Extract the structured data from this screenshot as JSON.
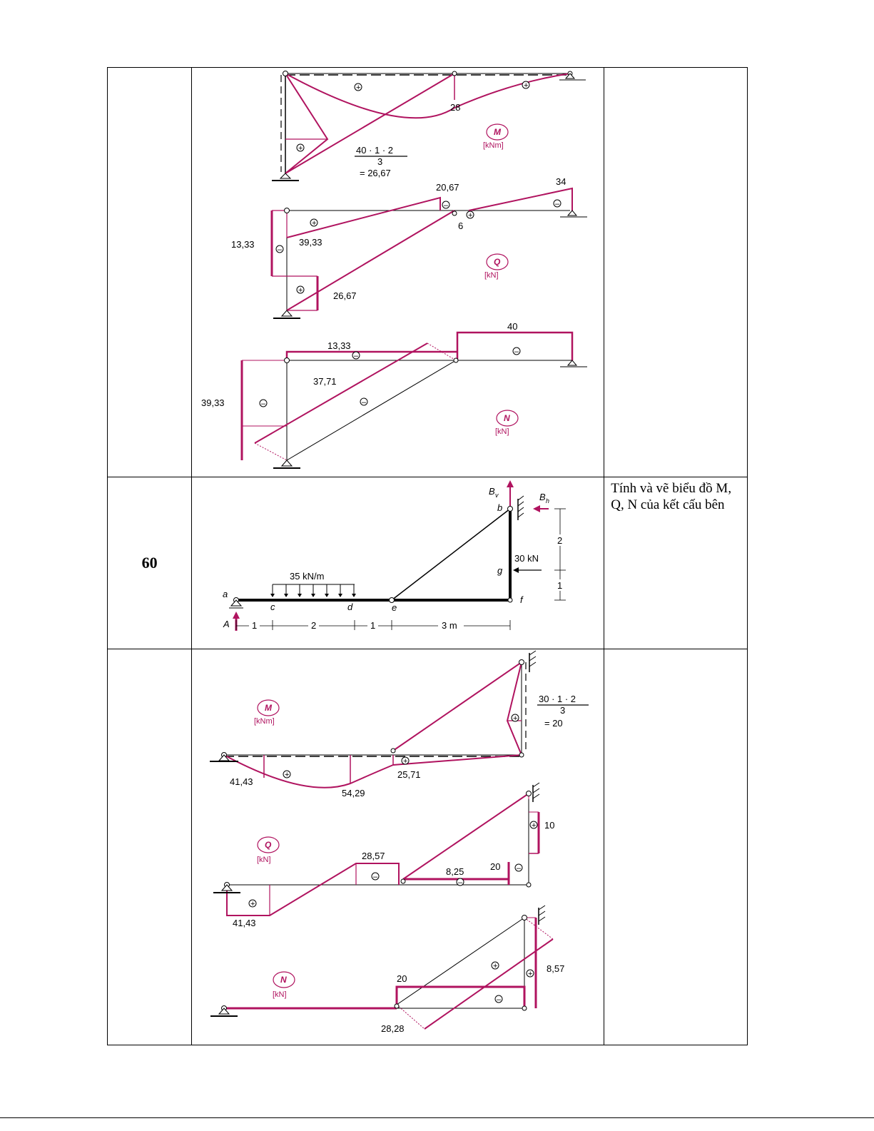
{
  "rows": [
    {
      "number": "",
      "task": "",
      "diagrams": {
        "moment": {
          "tag": "M",
          "unit": "[kNm]",
          "max_value": "28",
          "formula_num": "40 · 1 · 2",
          "formula_den": "3",
          "formula_result": "= 26,67"
        },
        "shear": {
          "tag": "Q",
          "unit": "[kN]",
          "values": [
            "20,67",
            "34",
            "6",
            "13,33",
            "39,33",
            "26,67"
          ]
        },
        "normal": {
          "tag": "N",
          "unit": "[kN]",
          "values": [
            "40",
            "13,33",
            "37,71",
            "39,33"
          ]
        }
      }
    },
    {
      "number": "60",
      "task": "Tính và vẽ biểu đồ M, Q, N  của kết cấu bên",
      "scheme": {
        "load": "35 kN/m",
        "force": "30 kN",
        "reactions": {
          "A": "A",
          "Bv": "B",
          "Bv_sub": "v",
          "Bh": "B",
          "Bh_sub": "h"
        },
        "points": [
          "a",
          "c",
          "d",
          "e",
          "f",
          "g",
          "b"
        ],
        "dims_horizontal": [
          "1",
          "2",
          "1",
          "3 m"
        ],
        "dims_vertical": [
          "2",
          "1"
        ]
      }
    },
    {
      "number": "",
      "task": "",
      "diagrams": {
        "moment": {
          "tag": "M",
          "unit": "[kNm]",
          "values": [
            "41,43",
            "54,29",
            "25,71"
          ],
          "formula_num": "30 · 1 · 2",
          "formula_den": "3",
          "formula_result": "= 20"
        },
        "shear": {
          "tag": "Q",
          "unit": "[kN]",
          "values": [
            "28,57",
            "8,25",
            "20",
            "10",
            "41,43"
          ]
        },
        "normal": {
          "tag": "N",
          "unit": "[kN]",
          "values": [
            "20",
            "8,57",
            "28,28"
          ]
        }
      }
    }
  ]
}
